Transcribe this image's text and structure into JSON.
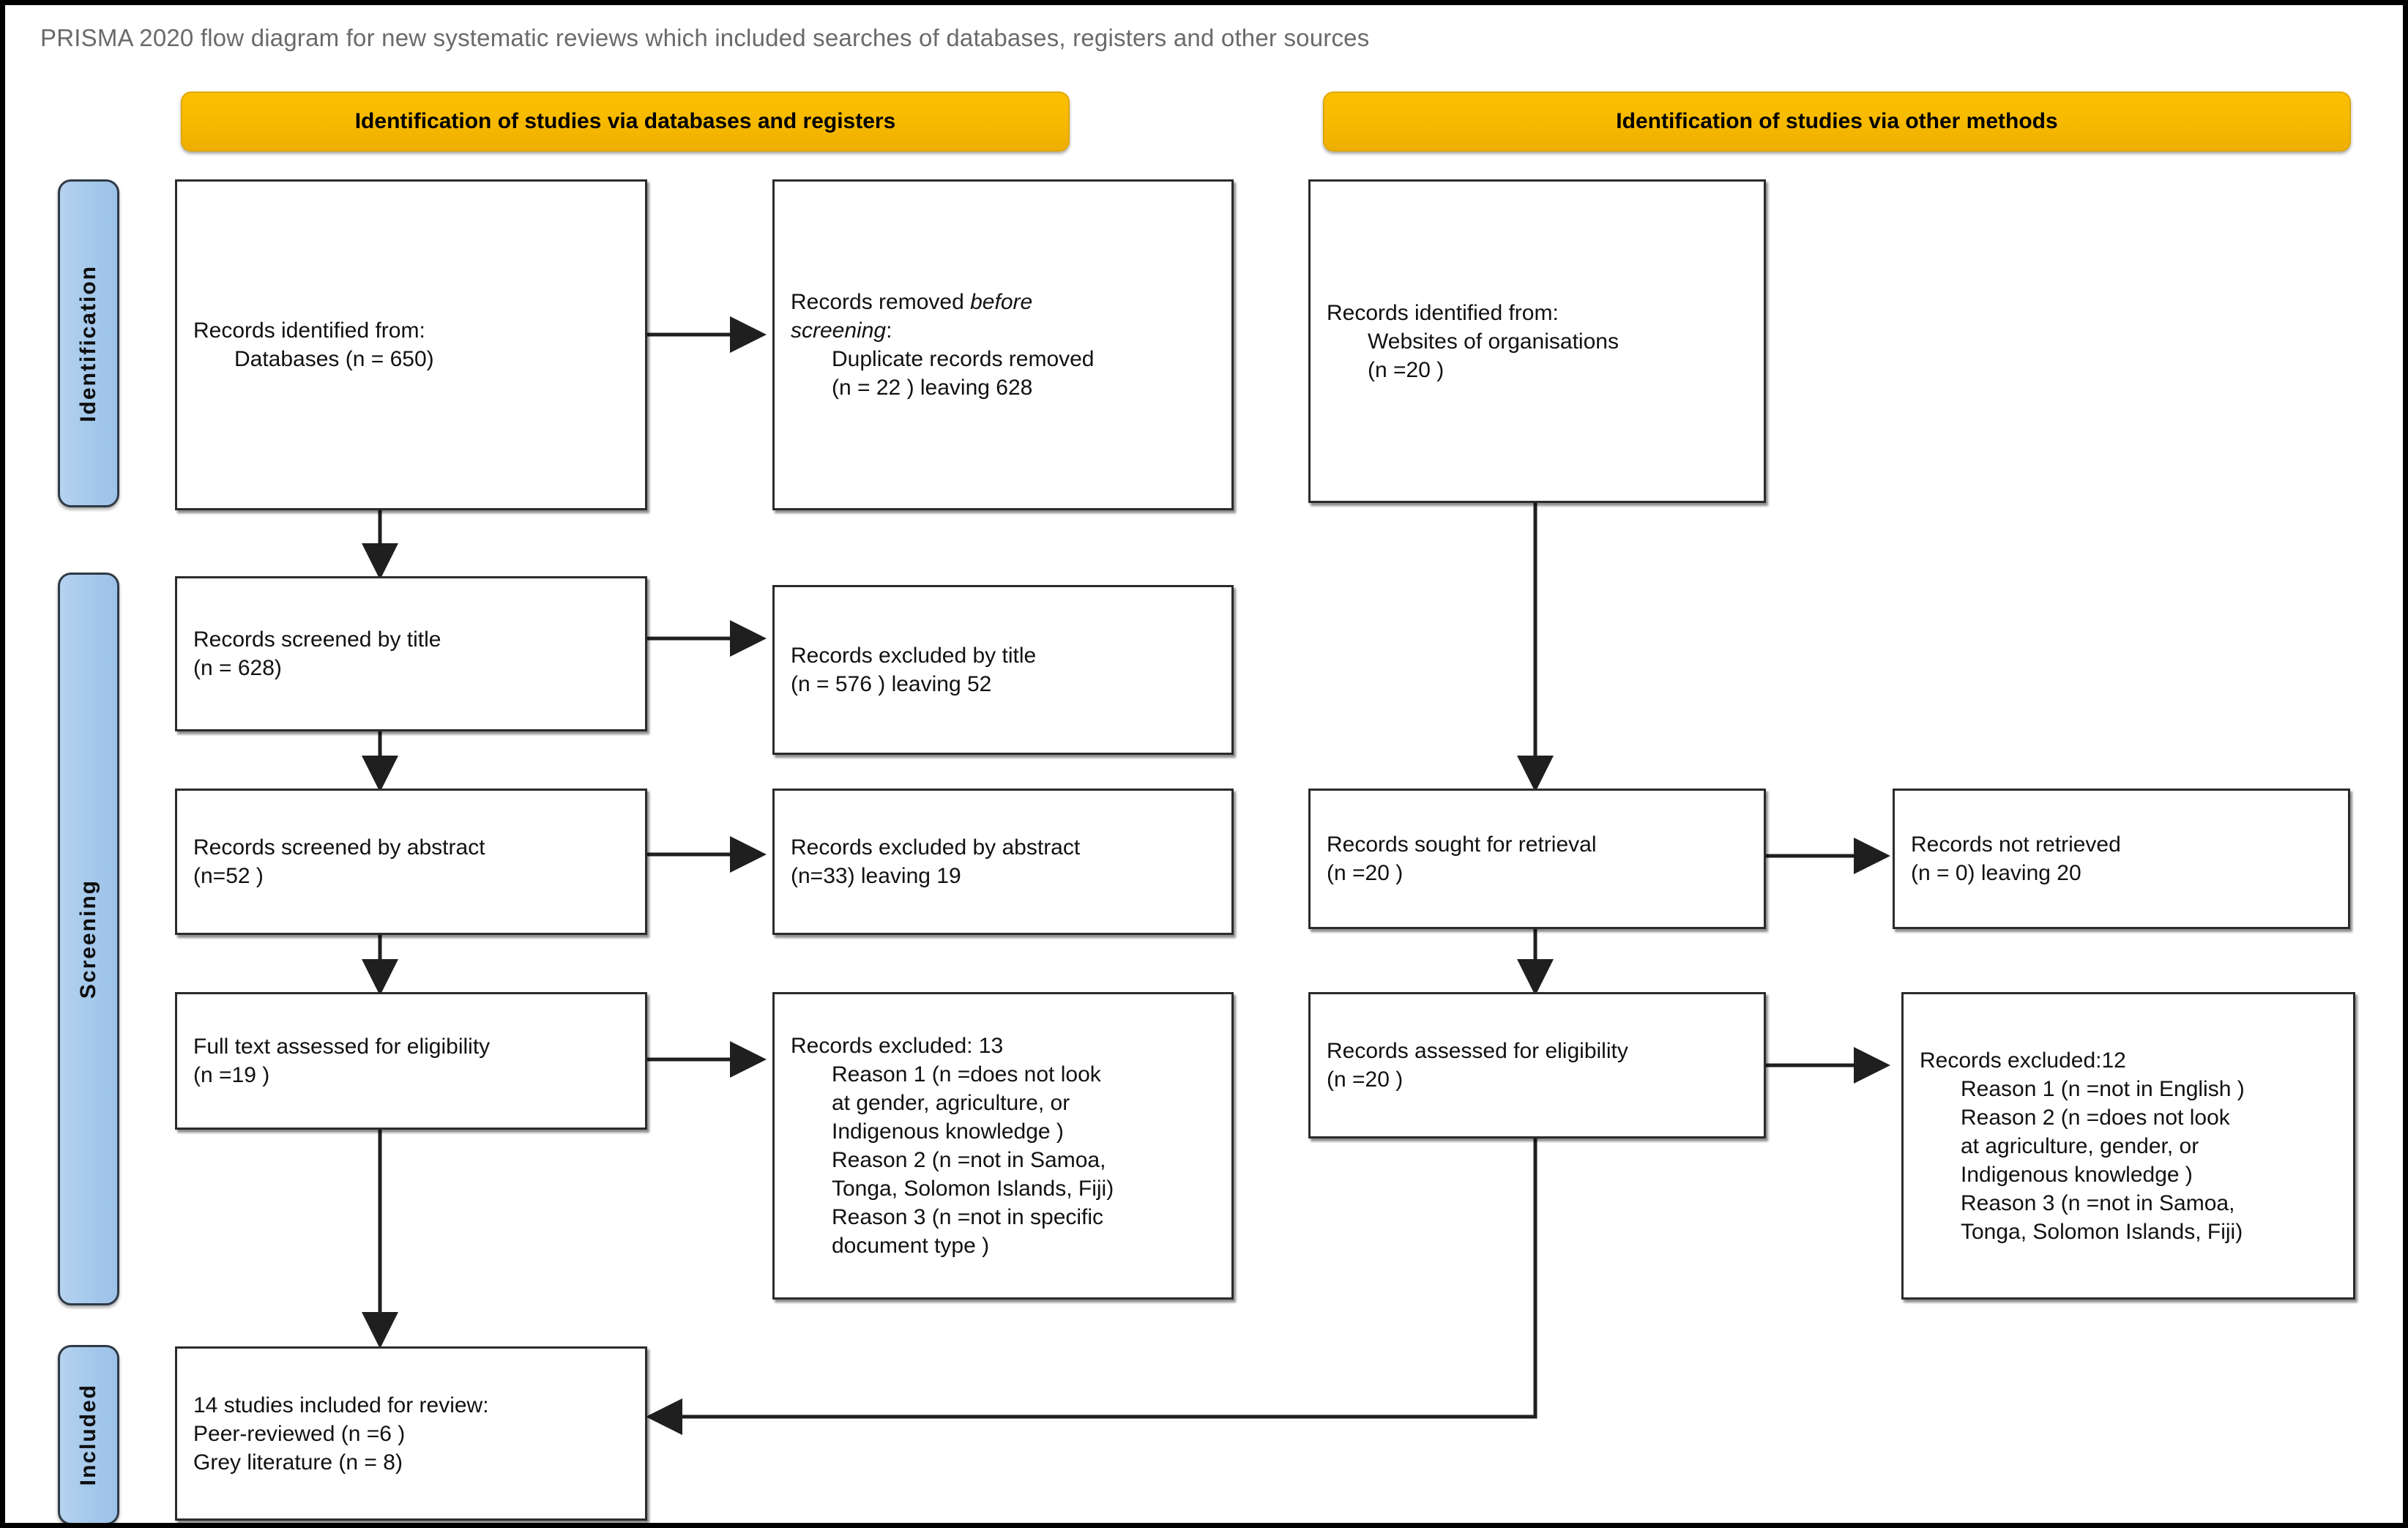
{
  "title": "PRISMA 2020 flow diagram for new systematic reviews which included searches of databases, registers and other sources",
  "banners": {
    "left": "Identification of studies via databases and registers",
    "right": "Identification of studies via other methods"
  },
  "stages": {
    "identification": "Identification",
    "screening": "Screening",
    "included": "Included"
  },
  "boxes": {
    "records_identified_db": {
      "line1": "Records identified from:",
      "line2": "Databases (n = 650)"
    },
    "records_removed_before_screening": {
      "line1_a": "Records removed ",
      "line1_italic": "before",
      "line2_italic": "screening",
      "line2_b": ":",
      "line3": "Duplicate records removed",
      "line4": "(n = 22 ) leaving 628"
    },
    "records_identified_other": {
      "line1": "Records identified from:",
      "line2": "Websites of organisations",
      "line3": "(n =20 )"
    },
    "records_screened_title": {
      "line1": "Records screened by title",
      "line2": "(n = 628)"
    },
    "records_excluded_title": {
      "line1": "Records excluded by title",
      "line2": "(n = 576 ) leaving 52"
    },
    "records_screened_abstract": {
      "line1": "Records screened by abstract",
      "line2": "(n=52 )"
    },
    "records_excluded_abstract": {
      "line1": "Records excluded by abstract",
      "line2": "(n=33) leaving 19"
    },
    "full_text_assessed": {
      "line1": "Full text assessed for eligibility",
      "line2": "(n =19 )"
    },
    "records_excluded_13": {
      "line1": "Records excluded: 13",
      "line2": "Reason 1 (n =does not look",
      "line3": "at gender, agriculture, or",
      "line4": "Indigenous knowledge )",
      "line5": "Reason 2 (n =not in Samoa,",
      "line6": "Tonga, Solomon Islands, Fiji)",
      "line7": "Reason 3 (n =not in specific",
      "line8": "document type )"
    },
    "records_sought_retrieval": {
      "line1": "Records sought for retrieval",
      "line2": "(n =20 )"
    },
    "records_not_retrieved": {
      "line1": "Records not retrieved",
      "line2": "(n = 0) leaving 20"
    },
    "records_assessed_eligibility": {
      "line1": "Records assessed for eligibility",
      "line2": "(n =20 )"
    },
    "records_excluded_12": {
      "line1": "Records excluded:12",
      "line2": "Reason 1 (n =not in English )",
      "line3": "Reason 2 (n =does not look",
      "line4": "at agriculture, gender, or",
      "line5": "Indigenous knowledge )",
      "line6": "Reason 3 (n =not in Samoa,",
      "line7": "Tonga, Solomon Islands, Fiji)"
    },
    "studies_included": {
      "line1": "14 studies included for review:",
      "line2": "Peer-reviewed (n =6 )",
      "line3": "Grey literature (n = 8)"
    }
  },
  "colors": {
    "banner": "#f6b900",
    "stage": "#a7caec",
    "border": "#2b2b2b",
    "title_text": "#6a6a6a"
  },
  "chart_data": {
    "type": "flowchart",
    "counts": {
      "databases_identified": 650,
      "duplicates_removed": 22,
      "after_duplicates": 628,
      "screened_by_title": 628,
      "excluded_by_title": 576,
      "after_title": 52,
      "screened_by_abstract": 52,
      "excluded_by_abstract": 33,
      "after_abstract": 19,
      "full_text_assessed": 19,
      "full_text_excluded": 13,
      "other_identified": 20,
      "other_sought": 20,
      "other_not_retrieved": 0,
      "other_assessed": 20,
      "other_excluded": 12,
      "total_included": 14,
      "peer_reviewed": 6,
      "grey_literature": 8
    }
  }
}
